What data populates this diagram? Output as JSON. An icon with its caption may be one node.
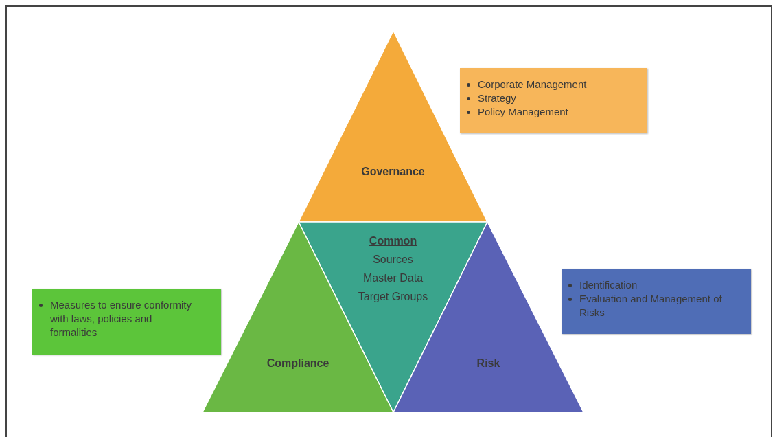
{
  "diagram": {
    "nodes": [
      {
        "text": [
          "Governance"
        ]
      },
      {
        "text": [
          "Common",
          "Sources",
          "Master Data",
          "Target Groups"
        ]
      },
      {
        "text": [
          "Compliance"
        ]
      },
      {
        "text": [
          "Risk"
        ]
      },
      {
        "text": [
          "Corporate Management",
          "Strategy",
          "Policy Management"
        ]
      },
      {
        "text": [
          "Measures to ensure conformity with laws, policies and formalities"
        ]
      },
      {
        "text": [
          "Identification",
          "Evaluation and Management of Risks"
        ]
      }
    ]
  }
}
